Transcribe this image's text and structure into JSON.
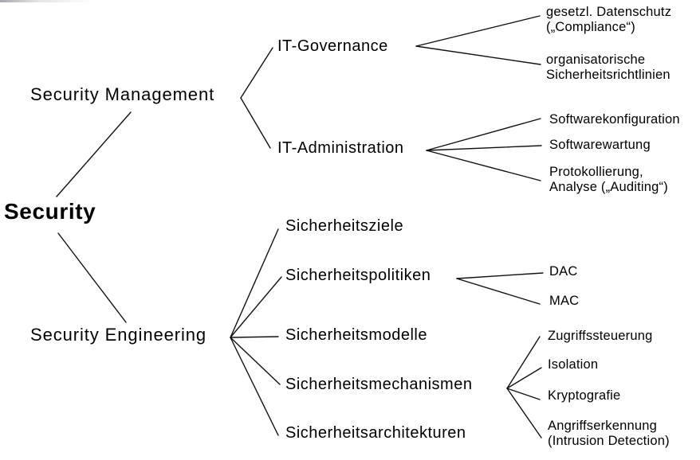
{
  "tree": {
    "root": {
      "label": "Security"
    },
    "branches": [
      {
        "label": "Security Management",
        "children": [
          {
            "label": "IT-Governance",
            "children": [
              {
                "label": "gesetzl. Datenschutz\n(„Compliance“)"
              },
              {
                "label": "organisatorische\nSicherheitsrichtlinien"
              }
            ]
          },
          {
            "label": "IT-Administration",
            "children": [
              {
                "label": "Softwarekonfiguration"
              },
              {
                "label": "Softwarewartung"
              },
              {
                "label": "Protokollierung,\nAnalyse („Auditing“)"
              }
            ]
          }
        ]
      },
      {
        "label": "Security Engineering",
        "children": [
          {
            "label": "Sicherheitsziele",
            "children": []
          },
          {
            "label": "Sicherheitspolitiken",
            "children": [
              {
                "label": "DAC"
              },
              {
                "label": "MAC"
              }
            ]
          },
          {
            "label": "Sicherheitsmodelle",
            "children": []
          },
          {
            "label": "Sicherheitsmechanismen",
            "children": [
              {
                "label": "Zugriffssteuerung"
              },
              {
                "label": "Isolation"
              },
              {
                "label": "Kryptografie"
              },
              {
                "label": "Angriffserkennung\n(Intrusion Detection)"
              }
            ]
          },
          {
            "label": "Sicherheitsarchitekturen",
            "children": []
          }
        ]
      }
    ],
    "colors": {
      "text": "#000000",
      "line": "#111111",
      "background": "#ffffff"
    }
  }
}
